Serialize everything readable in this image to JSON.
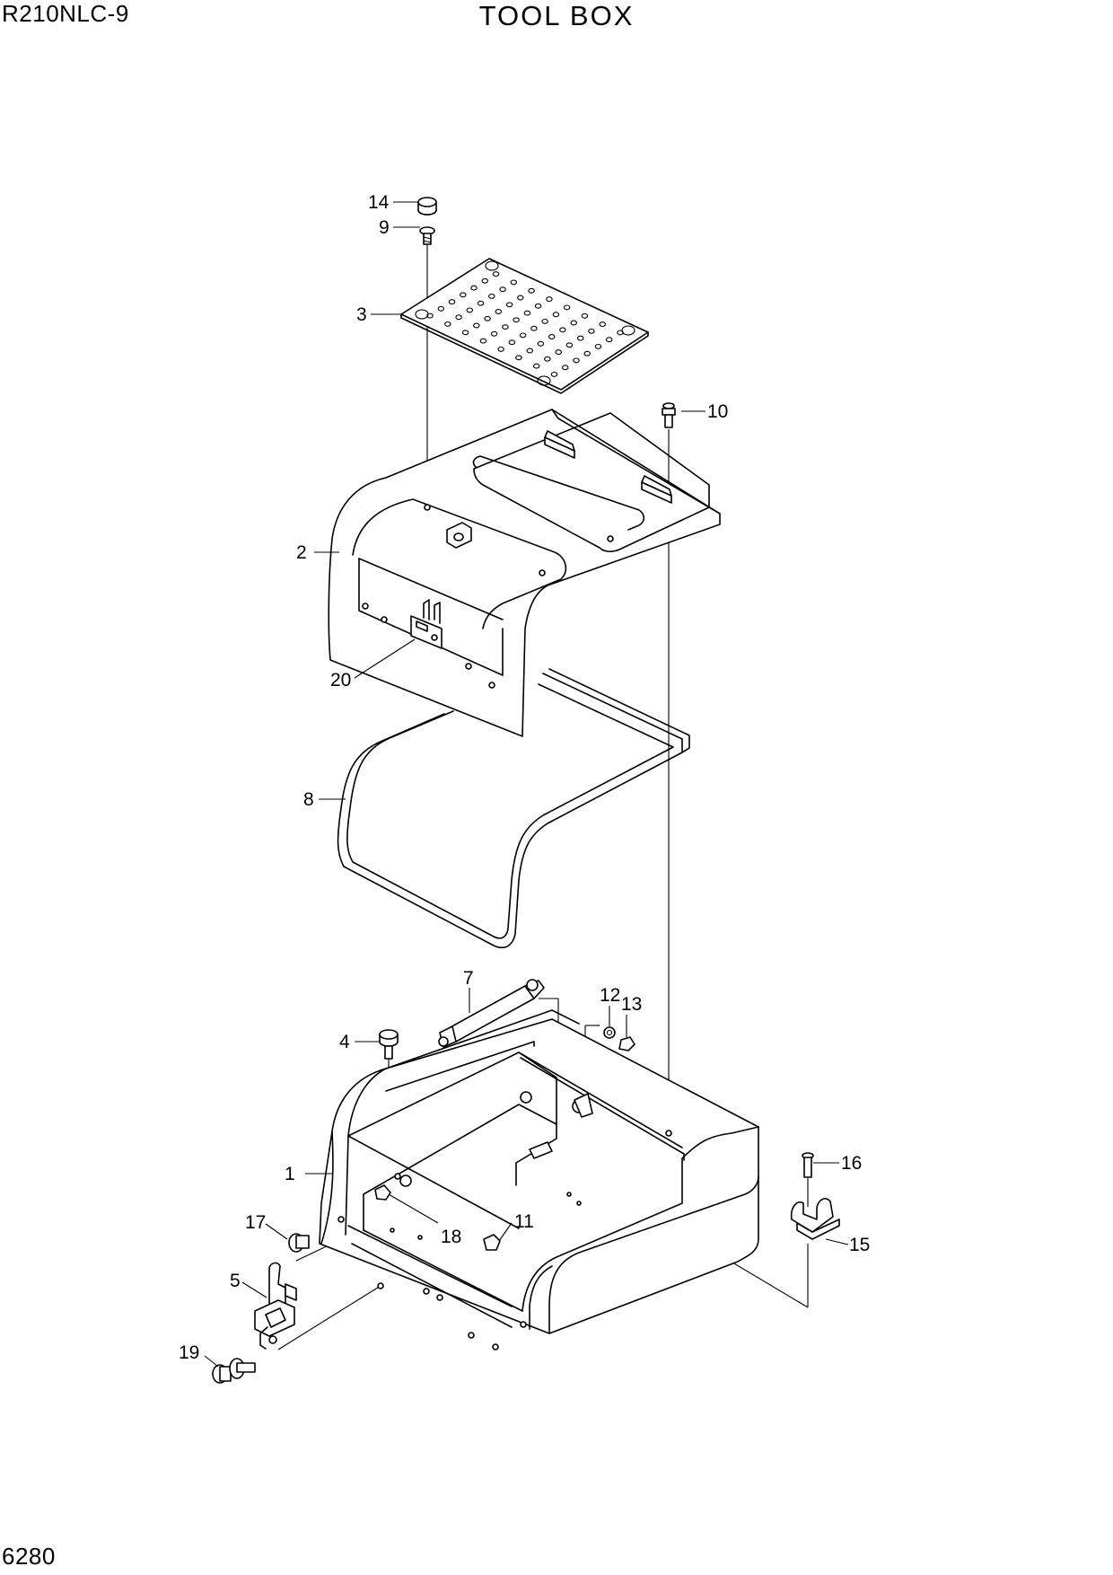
{
  "header": {
    "model": "R210NLC-9",
    "title": "TOOL BOX"
  },
  "footer": {
    "page_number": "6280"
  },
  "callouts": [
    "1",
    "2",
    "3",
    "4",
    "5",
    "7",
    "8",
    "9",
    "10",
    "11",
    "12",
    "13",
    "14",
    "15",
    "16",
    "17",
    "18",
    "19",
    "20"
  ]
}
